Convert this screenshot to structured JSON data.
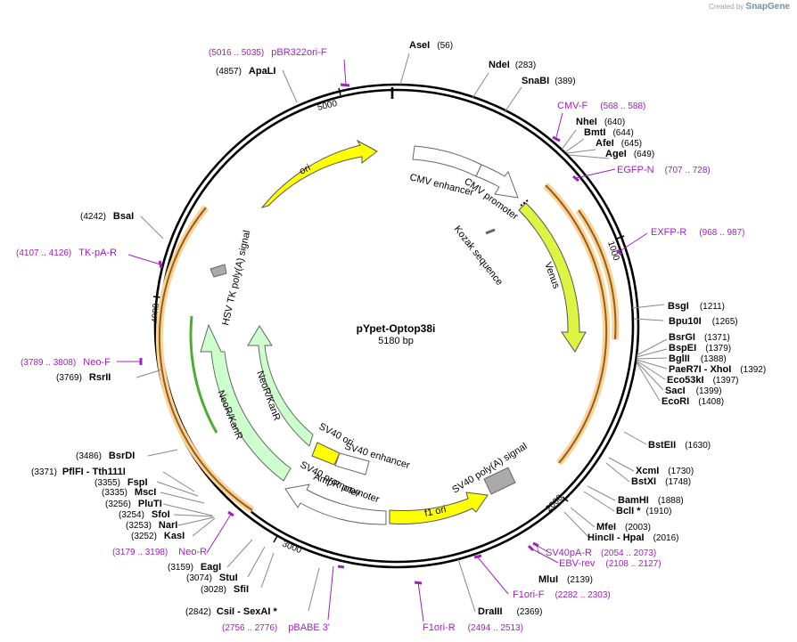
{
  "brand": {
    "prefix": "Created by",
    "name": "SnapGene"
  },
  "plasmid": {
    "name": "pYpet-Optop38i",
    "size_label": "5180 bp"
  },
  "colors": {
    "ori": "#ffff00",
    "venus": "#ddf542",
    "neo": "#ccffcc",
    "sv40": "#999999",
    "primer": "#a020c0",
    "orange": "#e08a1e"
  },
  "ticks": [
    "1000",
    "2000",
    "3000",
    "4000",
    "5000"
  ],
  "sites": [
    {
      "name": "AseI",
      "pos": "(56)"
    },
    {
      "name": "NdeI",
      "pos": "(283)"
    },
    {
      "name": "SnaBI",
      "pos": "(389)"
    },
    {
      "name": "NheI",
      "pos": "(640)"
    },
    {
      "name": "BmtI",
      "pos": "(644)"
    },
    {
      "name": "AfeI",
      "pos": "(645)"
    },
    {
      "name": "AgeI",
      "pos": "(649)"
    },
    {
      "name": "BsgI",
      "pos": "(1211)"
    },
    {
      "name": "Bpu10I",
      "pos": "(1265)"
    },
    {
      "name": "BsrGI",
      "pos": "(1371)"
    },
    {
      "name": "BspEI",
      "pos": "(1379)"
    },
    {
      "name": "BglII",
      "pos": "(1388)"
    },
    {
      "name": "PaeR7I - XhoI",
      "pos": "(1392)"
    },
    {
      "name": "Eco53kI",
      "pos": "(1397)"
    },
    {
      "name": "SacI",
      "pos": "(1399)"
    },
    {
      "name": "EcoRI",
      "pos": "(1408)"
    },
    {
      "name": "BstEII",
      "pos": "(1630)"
    },
    {
      "name": "XcmI",
      "pos": "(1730)"
    },
    {
      "name": "BstXI",
      "pos": "(1748)"
    },
    {
      "name": "BamHI",
      "pos": "(1888)"
    },
    {
      "name": "BclI *",
      "pos": "(1910)"
    },
    {
      "name": "MfeI",
      "pos": "(2003)"
    },
    {
      "name": "HincII - HpaI",
      "pos": "(2016)"
    },
    {
      "name": "MluI",
      "pos": "(2139)"
    },
    {
      "name": "DraIII",
      "pos": "(2369)"
    },
    {
      "name": "CsiI - SexAI *",
      "pos": "(2842)"
    },
    {
      "name": "SfiI",
      "pos": "(3028)"
    },
    {
      "name": "StuI",
      "pos": "(3074)"
    },
    {
      "name": "EagI",
      "pos": "(3159)"
    },
    {
      "name": "KasI",
      "pos": "(3252)"
    },
    {
      "name": "NarI",
      "pos": "(3253)"
    },
    {
      "name": "SfoI",
      "pos": "(3254)"
    },
    {
      "name": "PluTI",
      "pos": "(3256)"
    },
    {
      "name": "MscI",
      "pos": "(3335)"
    },
    {
      "name": "FspI",
      "pos": "(3355)"
    },
    {
      "name": "PflFI - Tth111I",
      "pos": "(3371)"
    },
    {
      "name": "BsrDI",
      "pos": "(3486)"
    },
    {
      "name": "RsrII",
      "pos": "(3769)"
    },
    {
      "name": "BsaI",
      "pos": "(4242)"
    },
    {
      "name": "ApaLI",
      "pos": "(4857)"
    }
  ],
  "primers": [
    {
      "name": "pBR322ori-F",
      "pos": "(5016 .. 5035)"
    },
    {
      "name": "CMV-F",
      "pos": "(568 .. 588)"
    },
    {
      "name": "EGFP-N",
      "pos": "(707 .. 728)"
    },
    {
      "name": "EXFP-R",
      "pos": "(968 .. 987)"
    },
    {
      "name": "SV40pA-R",
      "pos": "(2054 .. 2073)"
    },
    {
      "name": "EBV-rev",
      "pos": "(2108 .. 2127)"
    },
    {
      "name": "F1ori-F",
      "pos": "(2282 .. 2303)"
    },
    {
      "name": "F1ori-R",
      "pos": "(2494 .. 2513)"
    },
    {
      "name": "pBABE 3'",
      "pos": "(2756 .. 2776)"
    },
    {
      "name": "Neo-R",
      "pos": "(3179 .. 3198)"
    },
    {
      "name": "Neo-F",
      "pos": "(3789 .. 3808)"
    },
    {
      "name": "TK-pA-R",
      "pos": "(4107 .. 4126)"
    }
  ],
  "features": {
    "ori": "ori",
    "cmv_enhancer": "CMV enhancer",
    "cmv_promoter": "CMV promoter",
    "kozak": "Kozak sequence",
    "venus": "Venus",
    "sv40_polya": "SV40 poly(A) signal",
    "f1_ori": "f1 ori",
    "ampr_promoter": "AmpR promoter",
    "sv40_promoter": "SV40 promoter",
    "sv40_enhancer": "SV40 enhancer",
    "sv40_ori": "SV40 ori",
    "neokanr_inner": "NeoR/KanR",
    "neokanr_outer": "NeoR/KanR",
    "hsv_tk": "HSV TK poly(A) signal"
  }
}
